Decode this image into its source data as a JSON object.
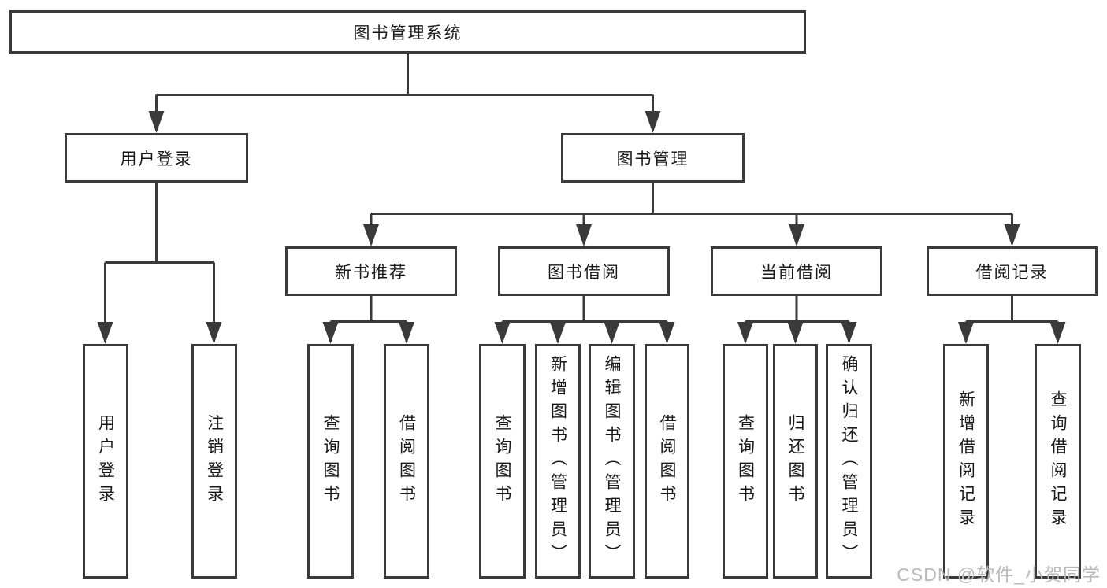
{
  "tree": {
    "root": "图书管理系统",
    "children": [
      {
        "label": "用户登录",
        "children": [
          {
            "label": "用户登录"
          },
          {
            "label": "注销登录"
          }
        ]
      },
      {
        "label": "图书管理",
        "children": [
          {
            "label": "新书推荐",
            "children": [
              {
                "label": "查询图书"
              },
              {
                "label": "借阅图书"
              }
            ]
          },
          {
            "label": "图书借阅",
            "children": [
              {
                "label": "查询图书"
              },
              {
                "label": "新增图书（管理员）"
              },
              {
                "label": "编辑图书（管理员）"
              },
              {
                "label": "借阅图书"
              }
            ]
          },
          {
            "label": "当前借阅",
            "children": [
              {
                "label": "查询图书"
              },
              {
                "label": "归还图书"
              },
              {
                "label": "确认归还（管理员）"
              }
            ]
          },
          {
            "label": "借阅记录",
            "children": [
              {
                "label": "新增借阅记录"
              },
              {
                "label": "查询借阅记录"
              }
            ]
          }
        ]
      }
    ]
  },
  "watermark": {
    "text": "CSDN @软件_小贺同学"
  },
  "colors": {
    "line": "#3a3a3a",
    "text": "#1a1a1a",
    "watermark": "#b9b9b9",
    "background": "#ffffff"
  }
}
